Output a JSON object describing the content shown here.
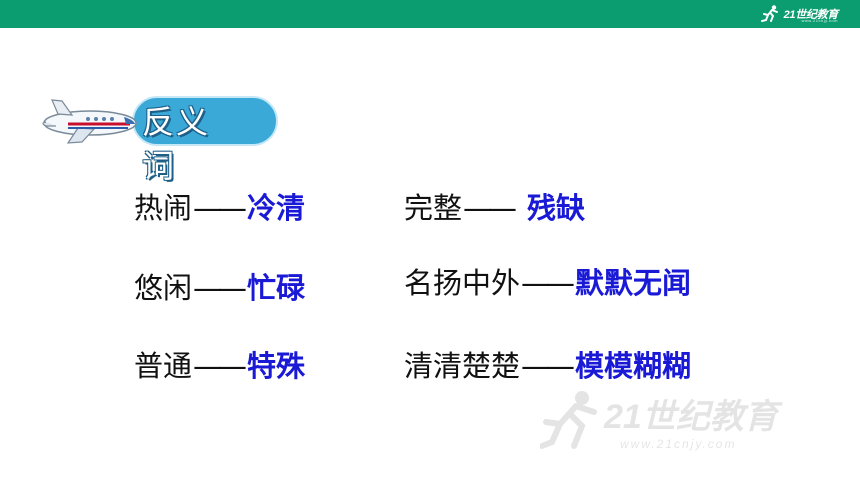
{
  "header": {
    "logo_text": "21世纪教育",
    "logo_url": "www.21cnjy.com",
    "colors": {
      "bar": "#0b9c70"
    }
  },
  "section": {
    "title": "反义词",
    "icon": "airplane-icon",
    "colors": {
      "badge": "#3aa9d8",
      "text": "#ffffff"
    }
  },
  "pairs": [
    {
      "word": "热闹",
      "dash": "——",
      "antonym": "冷清"
    },
    {
      "word": "完整",
      "dash": "——",
      "antonym": "残缺"
    },
    {
      "word": "悠闲",
      "dash": "——",
      "antonym": "忙碌"
    },
    {
      "word": "名扬中外",
      "dash": "——",
      "antonym": "默默无闻"
    },
    {
      "word": "普通",
      "dash": "——",
      "antonym": "特殊"
    },
    {
      "word": "清清楚楚",
      "dash": "——",
      "antonym": "模模糊糊"
    }
  ],
  "colors": {
    "word": "#111111",
    "antonym": "#1a1ad6"
  },
  "watermark": {
    "text": "21世纪教育",
    "url": "www.21cnjy.com"
  }
}
